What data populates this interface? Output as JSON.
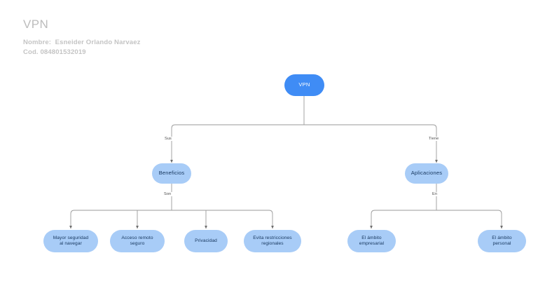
{
  "header": {
    "title": "VPN",
    "name_line": "Nombre:  Esneider Orlando Narvaez",
    "code_line": "Cod. 084801532019"
  },
  "theme": {
    "root_fill": "#3f8cf5",
    "node_fill": "#a8ccf7",
    "root_text": "#ffffff",
    "node_text": "#15355c",
    "edge_stroke": "#9a9a9a",
    "title_color": "#bcbcbc",
    "meta_color": "#c4c4c4",
    "background": "#ffffff"
  },
  "diagram": {
    "type": "tree",
    "root": {
      "label": "VPN"
    },
    "branches": [
      {
        "label": "Beneficios",
        "edge_label": "Sus",
        "child_edge_label": "Son"
      },
      {
        "label": "Aplicaciones",
        "edge_label": "Tiene",
        "child_edge_label": "En"
      }
    ],
    "leaves": [
      {
        "label": "Mayor seguridad\nal navegar",
        "parent": "Beneficios"
      },
      {
        "label": "Acceso remoto\nseguro",
        "parent": "Beneficios"
      },
      {
        "label": "Privacidad",
        "parent": "Beneficios"
      },
      {
        "label": "Evita restricciones\nregionales",
        "parent": "Beneficios"
      },
      {
        "label": "El ámbito\nempresarial",
        "parent": "Aplicaciones"
      },
      {
        "label": "El ámbito\npersonal",
        "parent": "Aplicaciones"
      }
    ]
  }
}
